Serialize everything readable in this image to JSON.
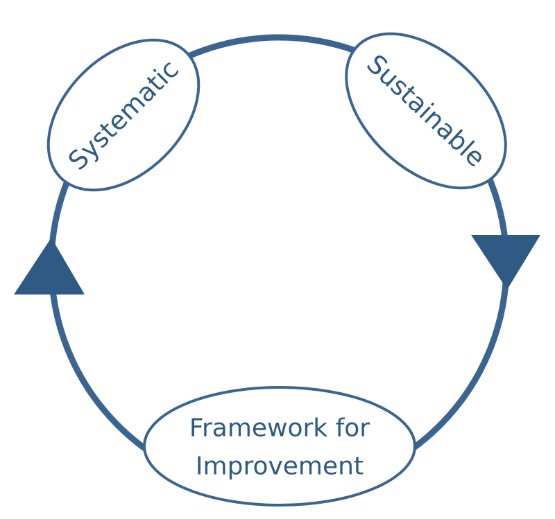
{
  "diagram": {
    "colors": {
      "stroke": "#3b6591",
      "arrow": "#2f5a86",
      "text": "#2d5a85",
      "fill": "#ffffff"
    },
    "nodes": [
      {
        "id": "systematic",
        "label": "Systematic"
      },
      {
        "id": "sustainable",
        "label": "Sustainable"
      },
      {
        "id": "framework",
        "line1": "Framework for",
        "line2": "Improvement"
      }
    ],
    "arrows": [
      {
        "id": "right-arrow",
        "direction": "down"
      },
      {
        "id": "left-arrow",
        "direction": "up"
      }
    ]
  }
}
